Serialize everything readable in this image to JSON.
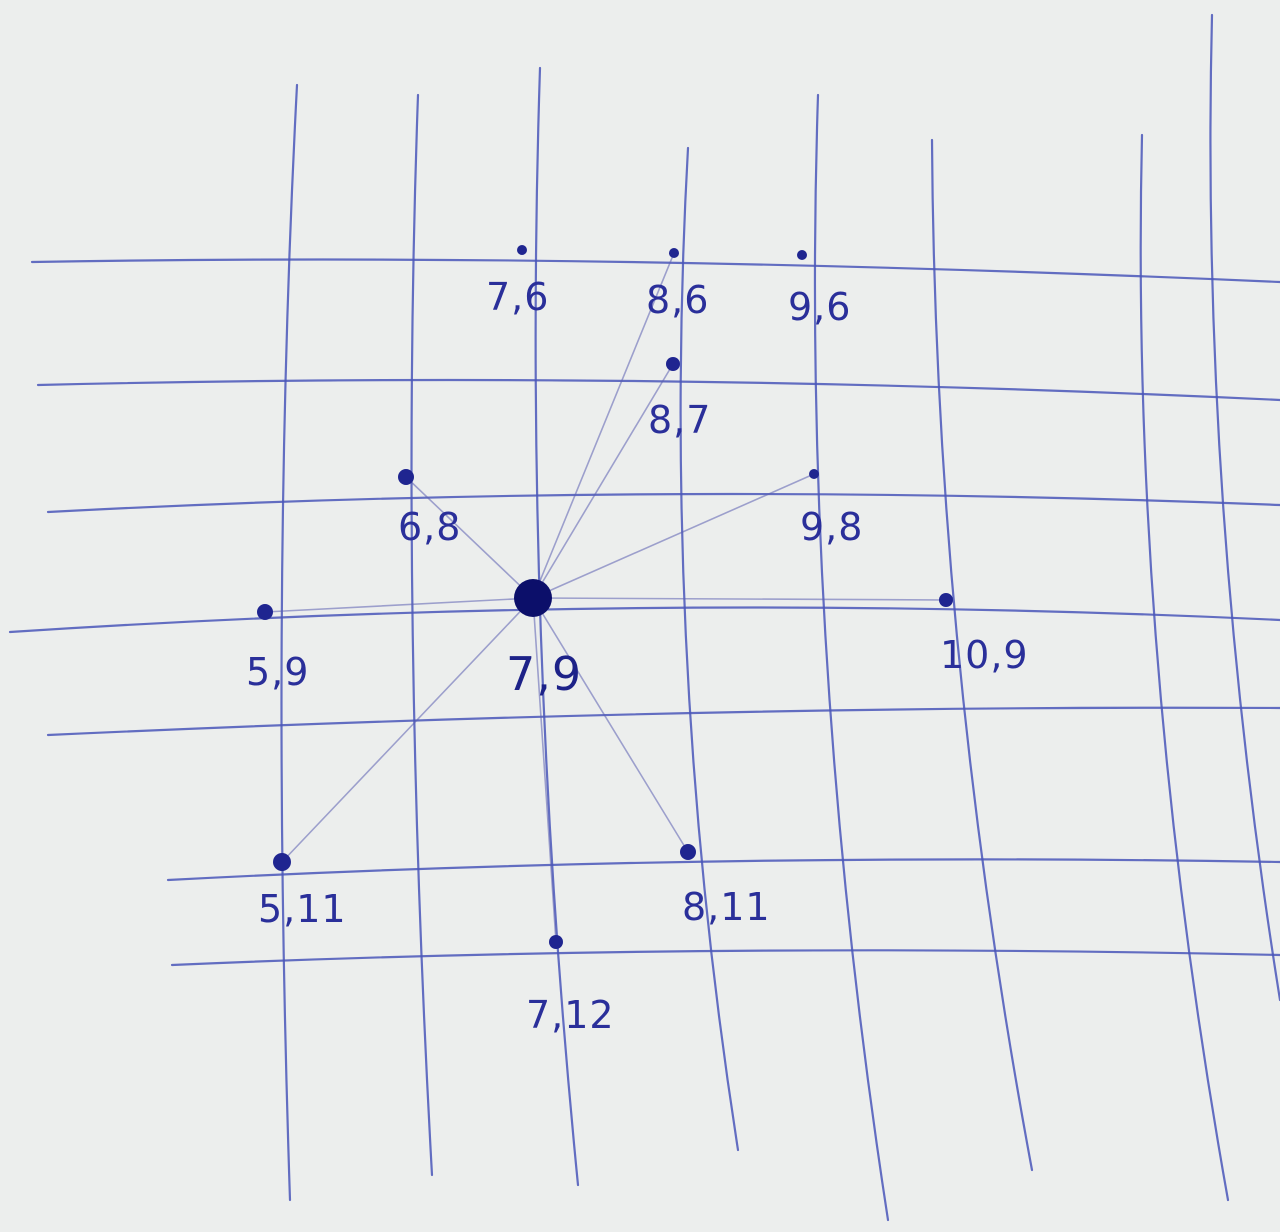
{
  "center": {
    "id": "7,9",
    "label": "7,9"
  },
  "points": [
    {
      "id": "7,6",
      "label": "7,6",
      "connected": false
    },
    {
      "id": "8,6",
      "label": "8,6",
      "connected": true
    },
    {
      "id": "9,6",
      "label": "9,6",
      "connected": false
    },
    {
      "id": "8,7",
      "label": "8,7",
      "connected": true
    },
    {
      "id": "6,8",
      "label": "6,8",
      "connected": true
    },
    {
      "id": "9,8",
      "label": "9,8",
      "connected": true
    },
    {
      "id": "5,9",
      "label": "5,9",
      "connected": true
    },
    {
      "id": "10,9",
      "label": "10,9",
      "connected": true
    },
    {
      "id": "5,11",
      "label": "5,11",
      "connected": true
    },
    {
      "id": "8,11",
      "label": "8,11",
      "connected": true
    },
    {
      "id": "7,12",
      "label": "7,12",
      "connected": true
    }
  ],
  "colors": {
    "paper": "#eceeed",
    "ink": "#2a2f9a",
    "grid": "#4a56b8"
  }
}
